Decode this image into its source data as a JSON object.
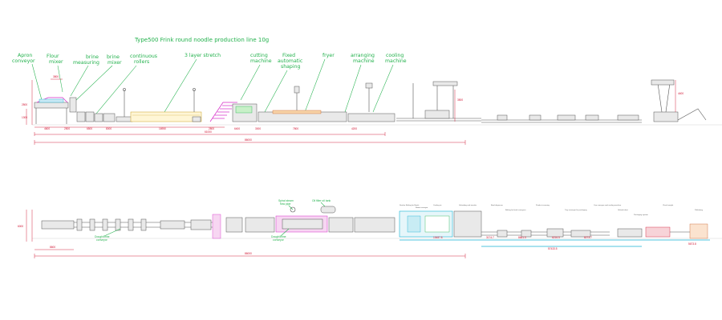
{
  "drawing": {
    "title": "Type500 Frink round noodle production line 10g",
    "colors": {
      "label": "#22b14c",
      "dimension": "#d0102e",
      "machine": "#555555",
      "accent_cyan": "#16b3d4",
      "accent_magenta": "#d62ac8"
    },
    "elevation_labels": [
      {
        "id": "apron",
        "lines": [
          "Apron",
          "conveyor"
        ]
      },
      {
        "id": "flour",
        "lines": [
          "Flour",
          "mixer"
        ]
      },
      {
        "id": "brine-measuring",
        "lines": [
          "brine",
          "measuring"
        ]
      },
      {
        "id": "brine-mixer",
        "lines": [
          "brine",
          "mixer"
        ]
      },
      {
        "id": "continuous",
        "lines": [
          "continuous",
          "rollers"
        ]
      },
      {
        "id": "three-layer",
        "lines": [
          "3 layer stretch"
        ]
      },
      {
        "id": "cutting",
        "lines": [
          "cutting",
          "machine"
        ]
      },
      {
        "id": "fixed-shaping",
        "lines": [
          "Fixed",
          "automatic",
          "shaping"
        ]
      },
      {
        "id": "fryer",
        "lines": [
          "fryer"
        ]
      },
      {
        "id": "arranging",
        "lines": [
          "arranging",
          "machine"
        ]
      },
      {
        "id": "cooling",
        "lines": [
          "cooling",
          "machine"
        ]
      }
    ],
    "elevation_dims": {
      "height_1": "2500",
      "height_2": "1300",
      "top_left": "3800",
      "mid_height": "3500",
      "right_height": "4400",
      "segments": [
        "4600",
        "2500",
        "6500",
        "8000",
        "16950",
        "2800",
        "6400",
        "3000",
        "7800",
        "4200"
      ],
      "overall_1": "61000",
      "overall_2": "86000"
    },
    "plan_labels": [
      {
        "id": "brine-left",
        "lines": [
          "Dough/brine",
          "conveyor"
        ]
      },
      {
        "id": "steam-pipe",
        "lines": [
          "Spiral steam",
          "flow pipe"
        ]
      },
      {
        "id": "oil-filter",
        "lines": [
          "Oil filter oil tank"
        ]
      },
      {
        "id": "brine-right",
        "lines": [
          "Dough/brine",
          "conveyor"
        ]
      }
    ],
    "plan_dims": {
      "width": "6000",
      "left_short": "8600",
      "overall": "86000",
      "segments": [
        "15487.8",
        "3174.7",
        "8661.5",
        "6216.5",
        "8273.7",
        "5673.8"
      ],
      "overall_right": "57433.5"
    },
    "plan_callouts": [
      "Stacker Belting for Bowls",
      "Robot conveyor",
      "Cooling air",
      "Unloading and transfer",
      "Bowl dispenser",
      "Belting for bowl conveyors",
      "Product scanning",
      "Tray conveyor for packaging",
      "Cup conveyor and sealing machine",
      "Unload robot",
      "Packaging system",
      "Check weight",
      "Palletizing"
    ]
  }
}
